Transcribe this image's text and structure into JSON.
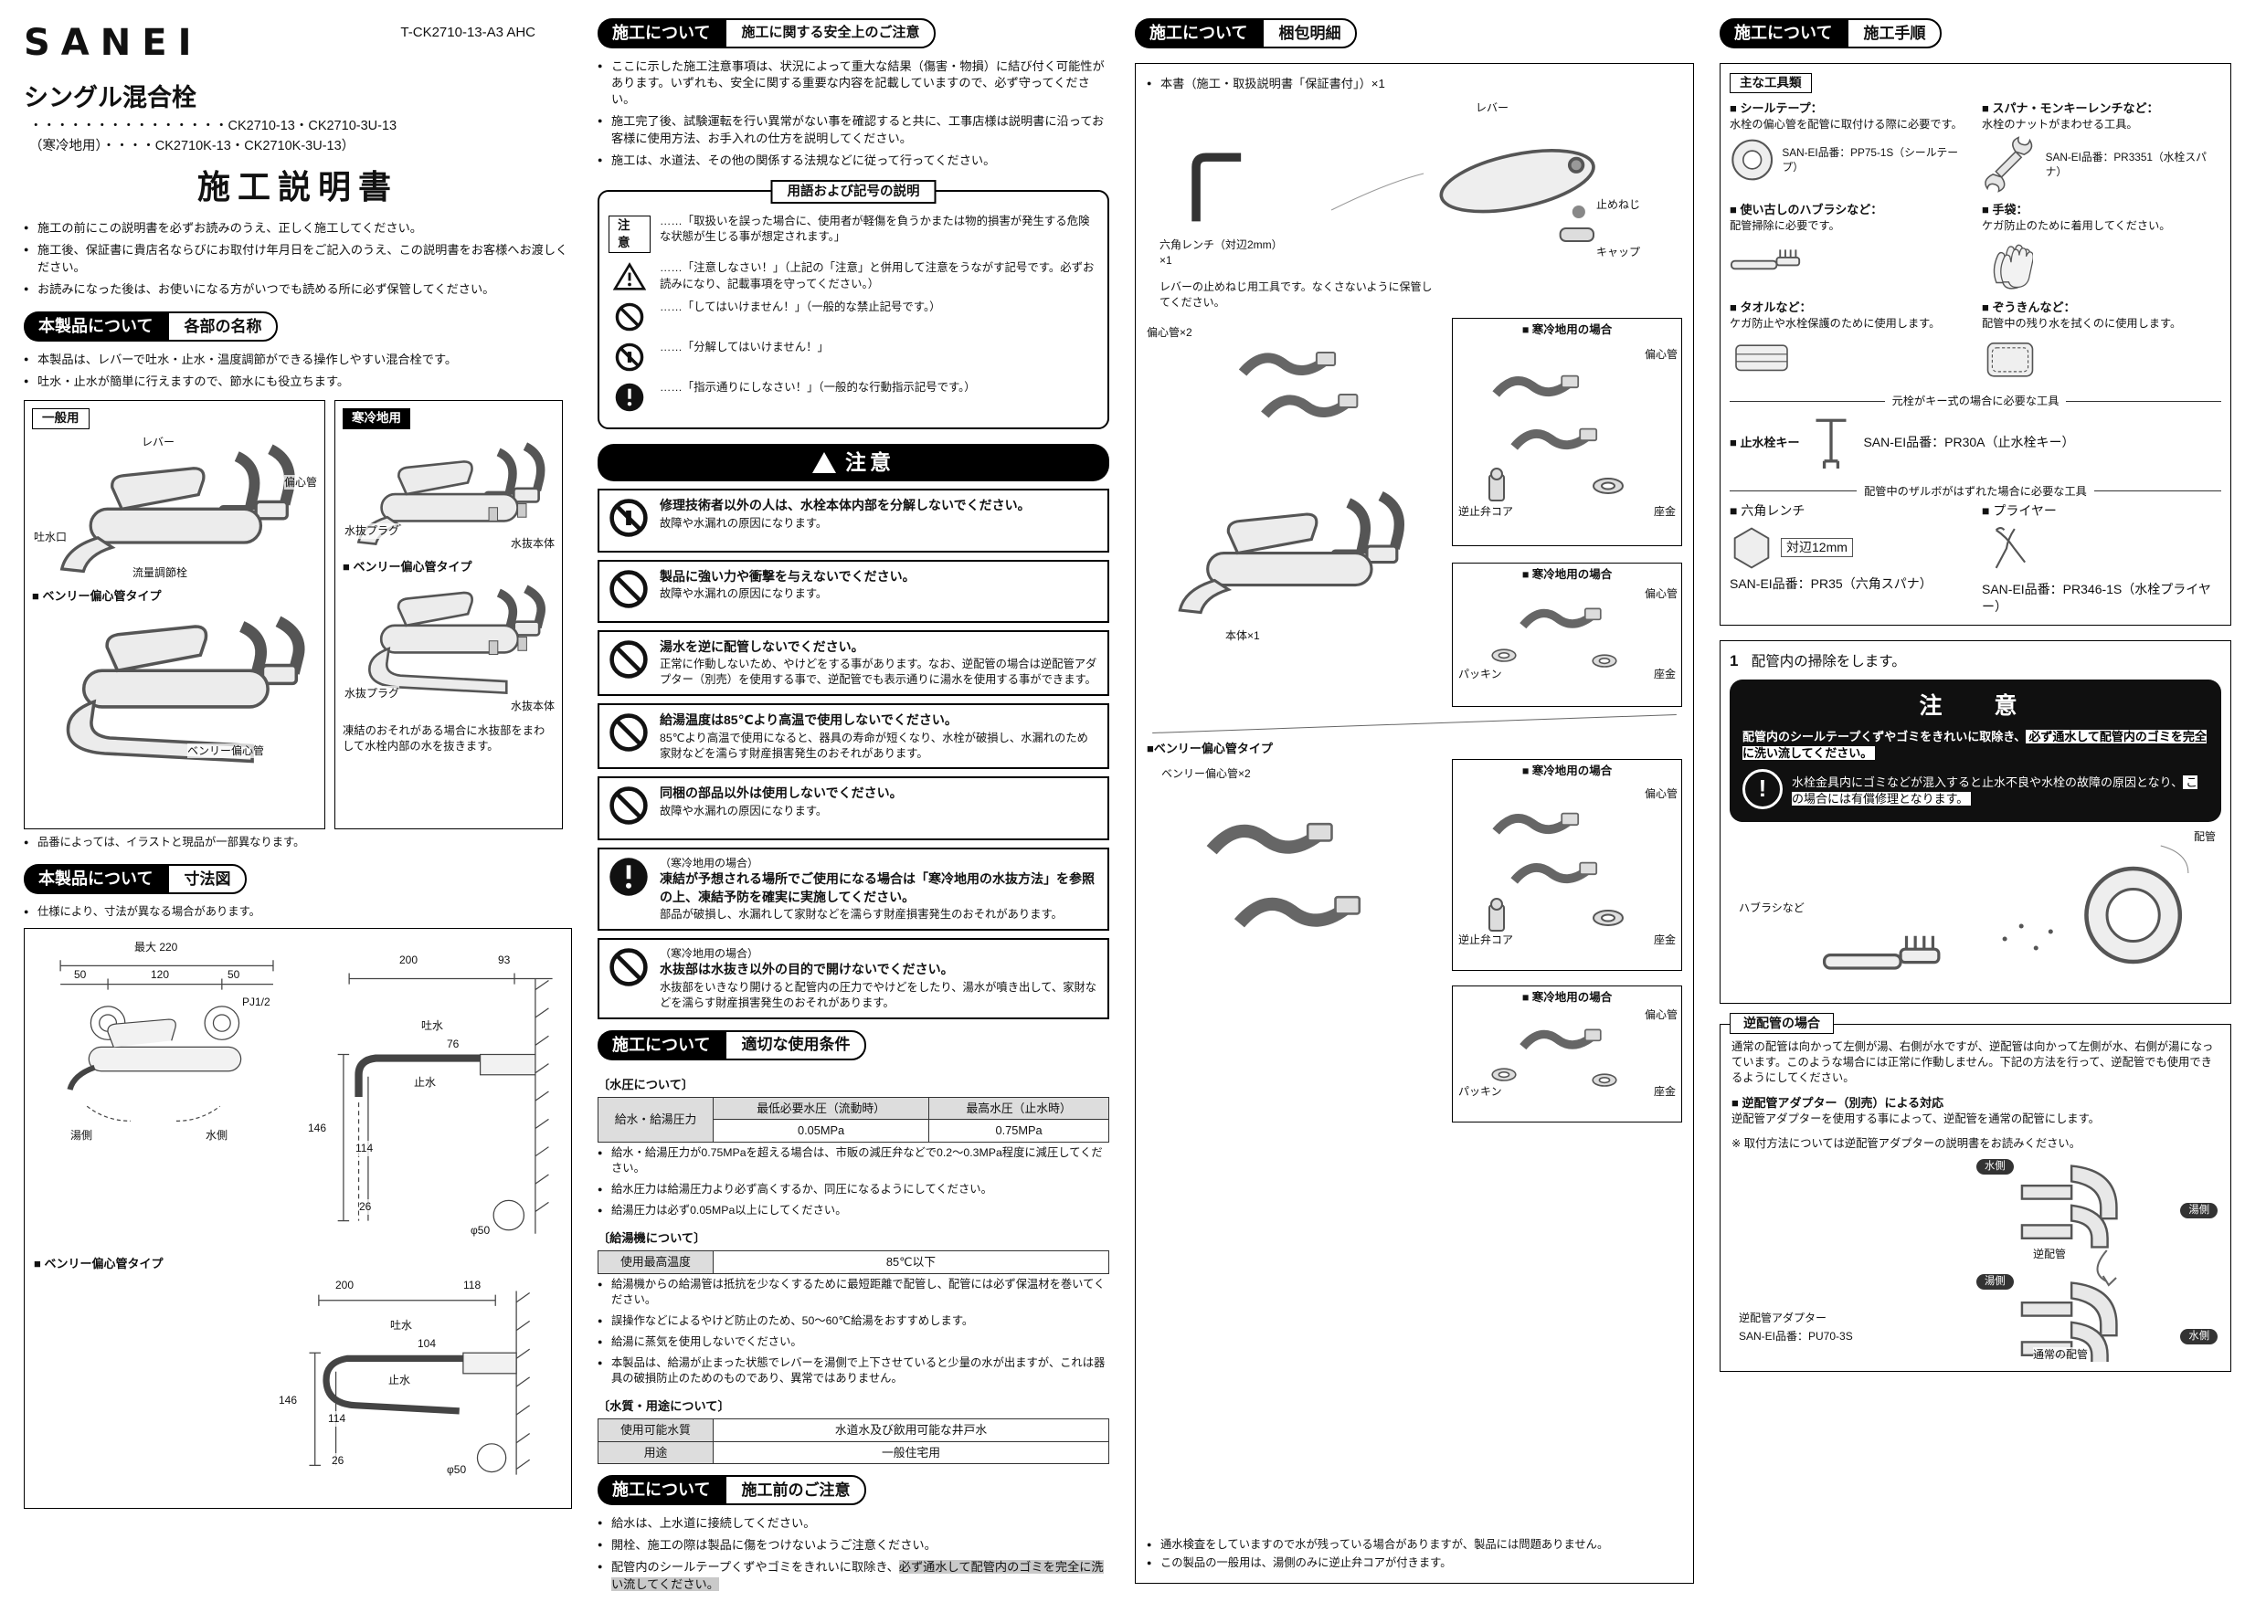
{
  "masthead": {
    "brand": "SANEI",
    "doc_code": "T-CK2710-13-A3  AHC"
  },
  "col1": {
    "product_title": "シングル混合栓",
    "models_line1": "・・・・・・・・・・・・・・・CK2710-13・CK2710-3U-13",
    "models_line2": "（寒冷地用）・・・・CK2710K-13・CK2710K-3U-13）",
    "doc_title": "施工説明書",
    "intro_bullets": [
      "施工の前にこの説明書を必ずお読みのうえ、正しく施工してください。",
      "施工後、保証書に貴店名ならびにお取付け年月日をご記入のうえ、この説明書をお客様へお渡しください。",
      "お読みになった後は、お使いになる方がいつでも読める所に必ず保管してください。"
    ],
    "sec_names": {
      "tab": "本製品について",
      "sub": "各部の名称"
    },
    "names_bullets": [
      "本製品は、レバーで吐水・止水・温度調節ができる操作しやすい混合栓です。",
      "吐水・止水が簡単に行えますので、節水にも役立ちます。"
    ],
    "general": {
      "title": "一般用",
      "label_lever": "レバー",
      "label_spout": "吐水口",
      "label_ecc": "偏心管",
      "label_flow": "流量調節栓",
      "benri_title": "■ ベンリー偏心管タイプ",
      "benri_label": "ベンリー偏心管"
    },
    "cold": {
      "title": "寒冷地用",
      "label_plug1": "水抜プラグ",
      "label_body1": "水抜本体",
      "benri_title": "■ ベンリー偏心管タイプ",
      "label_plug2": "水抜プラグ",
      "label_body2": "水抜本体",
      "note": "凍結のおそれがある場合に水抜部をまわして水栓内部の水を抜きます。"
    },
    "variant_note": "品番によっては、イラストと現品が一部異なります。",
    "sec_dims": {
      "tab": "本製品について",
      "sub": "寸法図"
    },
    "dims_note": "仕様により、寸法が異なる場合があります。",
    "dim1": {
      "max220": "最大 220",
      "d50a": "50",
      "d120": "120",
      "d50b": "50",
      "pj": "PJ1/2",
      "hot": "湯側",
      "cold": "水側",
      "d200": "200",
      "d93": "93",
      "spout": "吐水",
      "d76": "76",
      "stop": "止水",
      "d146": "146",
      "d114": "114",
      "d26": "26",
      "phi": "φ50"
    },
    "benri_dim_title": "■ ベンリー偏心管タイプ",
    "dim2": {
      "d200": "200",
      "d118": "118",
      "spout": "吐水",
      "d104": "104",
      "stop": "止水",
      "d146": "146",
      "d114": "114",
      "d26": "26",
      "phi": "φ50"
    }
  },
  "col2": {
    "sec_safety": {
      "tab": "施工について",
      "sub": "施工に関する安全上のご注意"
    },
    "safety_bullets": [
      "ここに示した施工注意事項は、状況によって重大な結果（傷害・物損）に結び付く可能性があります。いずれも、安全に関する重要な内容を記載していますので、必ず守ってください。",
      "施工完了後、試験運転を行い異常がない事を確認すると共に、工事店様は説明書に沿ってお客様に使用方法、お手入れの仕方を説明してください。",
      "施工は、水道法、その他の関係する法規などに従って行ってください。"
    ],
    "terms_title": "用語および記号の説明",
    "terms_label": "注意",
    "terms_texts": [
      "……「取扱いを誤った場合に、使用者が軽傷を負うかまたは物的損害が発生する危険な状態が生じる事が想定されます。」",
      "……「注意しなさい！」（上記の「注意」と併用して注意をうながす記号です。必ずお読みになり、記載事項を守ってください。）",
      "……「してはいけません！」（一般的な禁止記号です。）",
      "……「分解してはいけません！」",
      "……「指示通りにしなさい！」（一般的な行動指示記号です。）"
    ],
    "caution_title": "注意",
    "caution_items": [
      {
        "pre": "",
        "title": "修理技術者以外の人は、水栓本体内部を分解しないでください。",
        "body": "故障や水漏れの原因になります。"
      },
      {
        "pre": "",
        "title": "製品に強い力や衝撃を与えないでください。",
        "body": "故障や水漏れの原因になります。"
      },
      {
        "pre": "",
        "title": "湯水を逆に配管しないでください。",
        "body": "正常に作動しないため、やけどをする事があります。なお、逆配管の場合は逆配管アダプター（別売）を使用する事で、逆配管でも表示通りに湯水を使用する事ができます。"
      },
      {
        "pre": "",
        "title": "給湯温度は85℃より高温で使用しないでください。",
        "body": "85℃より高温で使用になると、器具の寿命が短くなり、水栓が破損し、水漏れのため家財などを濡らす財産損害発生のおそれがあります。"
      },
      {
        "pre": "",
        "title": "同梱の部品以外は使用しないでください。",
        "body": "故障や水漏れの原因になります。"
      },
      {
        "pre": "（寒冷地用の場合）",
        "title": "凍結が予想される場所でご使用になる場合は「寒冷地用の水抜方法」を参照の上、凍結予防を確実に実施してください。",
        "body": "部品が破損し、水漏れして家財などを濡らす財産損害発生のおそれがあります。"
      },
      {
        "pre": "（寒冷地用の場合）",
        "title": "水抜部は水抜き以外の目的で開けないでください。",
        "body": "水抜部をいきなり開けると配管内の圧力でやけどをしたり、湯水が噴き出して、家財などを濡らす財産損害発生のおそれがあります。"
      }
    ],
    "sec_cond": {
      "tab": "施工について",
      "sub": "適切な使用条件"
    },
    "pressure_title": "〔水圧について〕",
    "pressure": {
      "row_label": "給水・給湯圧力",
      "h1": "最低必要水圧（流動時）",
      "h2": "最高水圧（止水時）",
      "v1": "0.05MPa",
      "v2": "0.75MPa"
    },
    "pressure_bullets": [
      "給水・給湯圧力が0.75MPaを超える場合は、市販の減圧弁などで0.2〜0.3MPa程度に減圧してください。",
      "給水圧力は給湯圧力より必ず高くするか、同圧になるようにしてください。",
      "給湯圧力は必ず0.05MPa以上にしてください。"
    ],
    "heater_title": "〔給湯機について〕",
    "heater": {
      "label": "使用最高温度",
      "value": "85℃以下"
    },
    "heater_bullets": [
      "給湯機からの給湯管は抵抗を少なくするために最短距離で配管し、配管には必ず保温材を巻いてください。",
      "誤操作などによるやけど防止のため、50〜60℃給湯をおすすめします。",
      "給湯に蒸気を使用しないでください。",
      "本製品は、給湯が止まった状態でレバーを湯側で上下させていると少量の水が出ますが、これは器具の破損防止のためのものであり、異常ではありません。"
    ],
    "quality_title": "〔水質・用途について〕",
    "quality": {
      "l1": "使用可能水質",
      "v1": "水道水及び飲用可能な井戸水",
      "l2": "用途",
      "v2": "一般住宅用"
    },
    "sec_before": {
      "tab": "施工について",
      "sub": "施工前のご注意"
    },
    "before_bullets": [
      "給水は、上水道に接続してください。",
      "開栓、施工の際は製品に傷をつけないようご注意ください。"
    ],
    "before_last": {
      "a": "配管内のシールテープくずやゴミをきれいに取除き、",
      "b": "必ず通水して配管内のゴミを完全に洗い流してください。"
    }
  },
  "col3": {
    "sec_pack": {
      "tab": "施工について",
      "sub": "梱包明細"
    },
    "book_bullet": "本書（施工・取扱説明書「保証書付」）×1",
    "lever": {
      "wrench_label": "六角レンチ（対辺2mm）×1",
      "lever_label": "レバー",
      "screw_label": "止めねじ",
      "cap_label": "キャップ",
      "note": "レバーの止めねじ用工具です。なくさないように保管してください。"
    },
    "std": {
      "ecc_label": "偏心管×2",
      "body_label": "本体×1",
      "box1_title": "■ 寒冷地用の場合",
      "box1_ecc": "偏心管",
      "box1_valve": "逆止弁コア",
      "box1_washer": "座金",
      "box2_title": "■ 寒冷地用の場合",
      "box2_ecc": "偏心管",
      "box2_packing": "パッキン",
      "box2_washer": "座金"
    },
    "benri": {
      "title": "■ベンリー偏心管タイプ",
      "ecc_label": "ベンリー偏心管×2",
      "box1_title": "■ 寒冷地用の場合",
      "box1_ecc": "偏心管",
      "box1_valve": "逆止弁コア",
      "box1_washer": "座金",
      "box2_title": "■ 寒冷地用の場合",
      "box2_ecc": "偏心管",
      "box2_packing": "パッキン",
      "box2_washer": "座金"
    },
    "foot_bullets": [
      "通水検査をしていますので水が残っている場合がありますが、製品には問題ありません。",
      "この製品の一般用は、湯側のみに逆止弁コアが付きます。"
    ]
  },
  "col4": {
    "sec_proc": {
      "tab": "施工について",
      "sub": "施工手順"
    },
    "tools_title": "主な工具類",
    "tools": [
      {
        "name": "■ シールテープ：",
        "desc": "水栓の偏心管を配管に取付ける際に必要です。",
        "part": "SAN-EI品番：PP75-1S（シールテープ）"
      },
      {
        "name": "■ スパナ・モンキーレンチなど：",
        "desc": "水栓のナットがまわせる工具。",
        "part": "SAN-EI品番：PR3351（水栓スパナ）"
      },
      {
        "name": "■ 使い古しのハブラシなど：",
        "desc": "配管掃除に必要です。",
        "part": ""
      },
      {
        "name": "■ 手袋：",
        "desc": "ケガ防止のために着用してください。",
        "part": ""
      },
      {
        "name": "■ タオルなど：",
        "desc": "ケガ防止や水栓保護のために使用します。",
        "part": ""
      },
      {
        "name": "■ ぞうきんなど：",
        "desc": "配管中の残り水を拭くのに使用します。",
        "part": ""
      }
    ],
    "key_divider": "元栓がキー式の場合に必要な工具",
    "key_name": "■ 止水栓キー",
    "key_part": "SAN-EI品番：PR30A（止水栓キー）",
    "zarubo_divider": "配管中のザルボがはずれた場合に必要な工具",
    "hex_name": "■ 六角レンチ",
    "hex_dim": "対辺12mm",
    "hex_part": "SAN-EI品番：PR35（六角スパナ）",
    "pliers_name": "■ プライヤー",
    "pliers_part": "SAN-EI品番：PR346-1S（水栓プライヤー）",
    "step1": {
      "num": "1",
      "title": "配管内の掃除をします。",
      "caution_title": "注　意",
      "p1a": "配管内のシールテープくずやゴミをきれいに取除き、",
      "p1b": "必ず通水して配管内のゴミを完全に洗い流してください。",
      "p2a": "水栓金具内にゴミなどが混入すると止水不良や水栓の故障の原因となり、",
      "p2b": "この場合には有償修理となります。",
      "pipe_label": "配管",
      "brush_label": "ハブラシなど"
    },
    "rev": {
      "title": "逆配管の場合",
      "body": "通常の配管は向かって左側が湯、右側が水ですが、逆配管は向かって左側が水、右側が湯になっています。このような場合には正常に作動しません。下記の方法を行って、逆配管でも使用できるようにしてください。",
      "adapter_head": "■ 逆配管アダプター（別売）による対応",
      "adapter_body": "逆配管アダプターを使用する事によって、逆配管を通常の配管にします。",
      "note": "※ 取付方法については逆配管アダプターの説明書をお読みください。",
      "badge_w1": "水側",
      "badge_h1": "湯側",
      "cap1": "逆配管",
      "badge_h2": "湯側",
      "badge_w2": "水側",
      "cap2": "通常の配管",
      "adapter_name": "逆配管アダプター",
      "adapter_part": "SAN-EI品番：PU70-3S"
    }
  }
}
